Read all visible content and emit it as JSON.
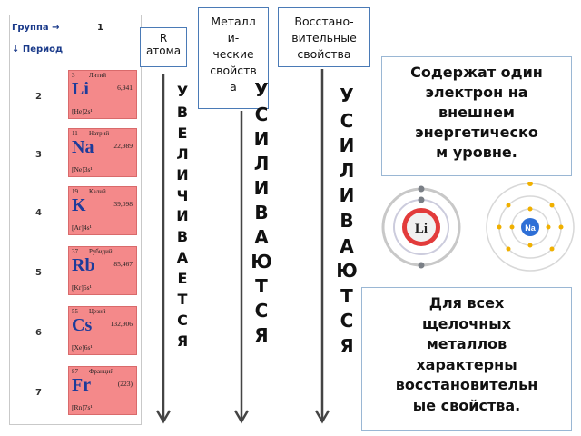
{
  "periodic_table": {
    "group_label": "Группа →",
    "group_number": "1",
    "period_label": "↓ Период",
    "elements": [
      {
        "period": "2",
        "z": "3",
        "name": "Литий",
        "symbol": "Li",
        "mass": "6,941",
        "config": "[He]2s¹"
      },
      {
        "period": "3",
        "z": "11",
        "name": "Натрий",
        "symbol": "Na",
        "mass": "22,989",
        "config": "[Ne]3s¹"
      },
      {
        "period": "4",
        "z": "19",
        "name": "Калий",
        "symbol": "K",
        "mass": "39,098",
        "config": "[Ar]4s¹"
      },
      {
        "period": "5",
        "z": "37",
        "name": "Рубидий",
        "symbol": "Rb",
        "mass": "85,467",
        "config": "[Kr]5s¹"
      },
      {
        "period": "6",
        "z": "55",
        "name": "Цезий",
        "symbol": "Cs",
        "mass": "132,906",
        "config": "[Xe]6s¹"
      },
      {
        "period": "7",
        "z": "87",
        "name": "Франций",
        "symbol": "Fr",
        "mass": "(223)",
        "config": "[Rn]7s¹"
      }
    ]
  },
  "headers": {
    "radius_line1": "R",
    "radius_line2": "атома",
    "metallic_line1": "Металл",
    "metallic_line2": "и-",
    "metallic_line3": "ческие",
    "metallic_line4": "свойств",
    "metallic_line5": "а",
    "reducing_line1": "Восстано-",
    "reducing_line2": "вительные",
    "reducing_line3": "свойства"
  },
  "vertical_words": {
    "radius_word": [
      "У",
      "В",
      "Е",
      "Л",
      "И",
      "Ч",
      "И",
      "В",
      "А",
      "Е",
      "Т",
      "С",
      "Я"
    ],
    "metallic_word": [
      "У",
      "С",
      "И",
      "Л",
      "И",
      "В",
      "А",
      "Ю",
      "Т",
      "С",
      "Я"
    ],
    "reducing_word": [
      "У",
      "С",
      "И",
      "Л",
      "И",
      "В",
      "А",
      "Ю",
      "Т",
      "С",
      "Я"
    ]
  },
  "atoms": {
    "li_label": "Li",
    "na_label": "Na"
  },
  "notes": {
    "note1_lines": [
      "Содержат один",
      "электрон на",
      "внешнем",
      "энергетическо",
      "м уровне."
    ],
    "note2_lines": [
      "Для всех",
      "щелочных",
      "металлов",
      "характерны",
      "восстановительн",
      "ые свойства."
    ]
  },
  "colors": {
    "cell_fill": "#f4898a",
    "symbol_color": "#1d3b9a",
    "box_border": "#4a7ab6",
    "li_core": "#e23b3b",
    "na_core": "#2e6fd6",
    "electron": "#7a7f86",
    "na_electron": "#f0b000"
  }
}
